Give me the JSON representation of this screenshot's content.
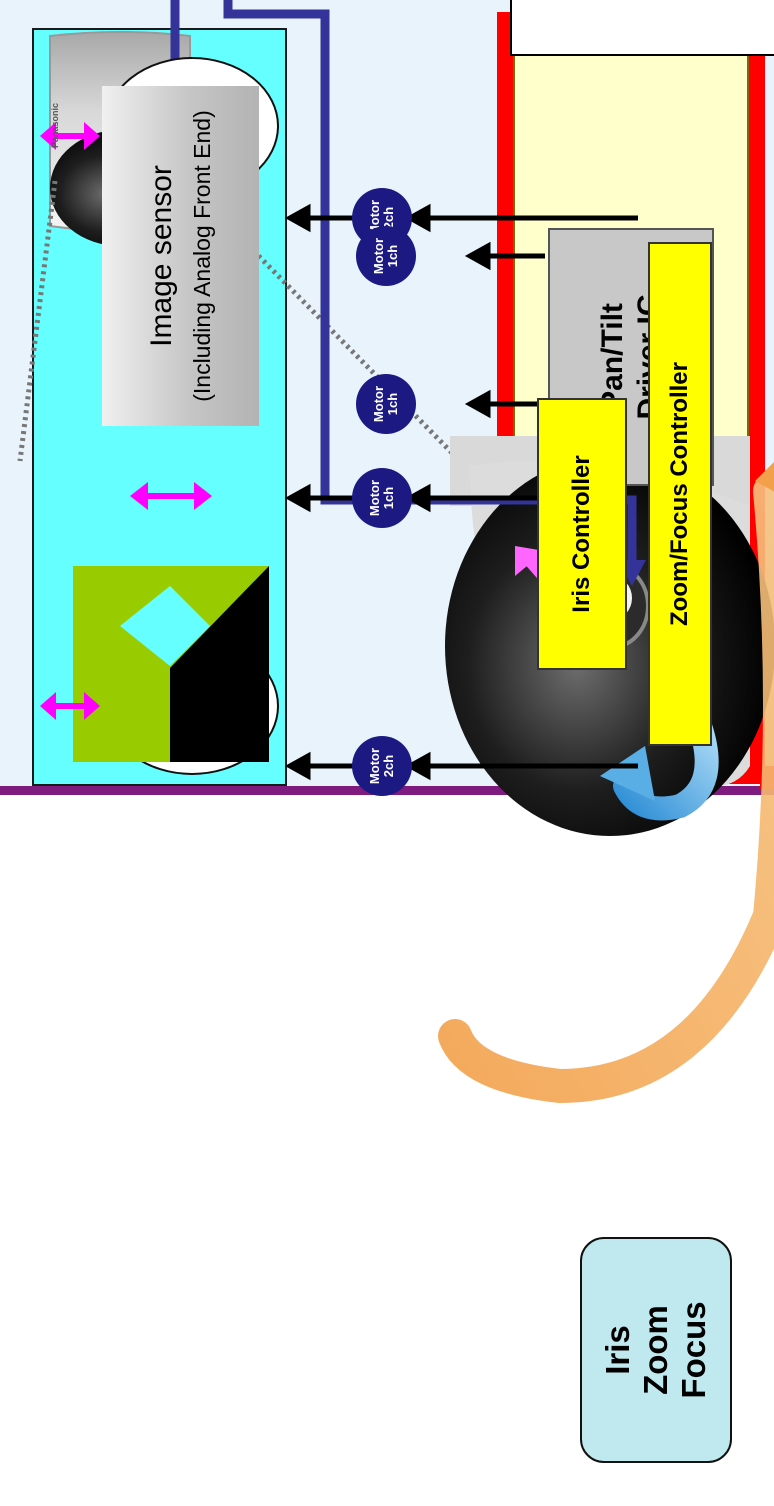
{
  "diagram": {
    "image_sensor": {
      "title": "Image sensor",
      "subtitle": "(Including Analog Front End)"
    },
    "pan_tilt": {
      "line1": "Pan/Tilt",
      "line2": "Driver IC"
    },
    "iris_controller": "Iris Controller",
    "zoom_focus_controller": "Zoom/Focus Controller",
    "motors": [
      {
        "line1": "Motor",
        "line2": "2ch"
      },
      {
        "line1": "Motor",
        "line2": "1ch"
      },
      {
        "line1": "Motor",
        "line2": "2ch"
      },
      {
        "line1": "Motor",
        "line2": "1ch"
      },
      {
        "line1": "Motor",
        "line2": "1ch"
      }
    ],
    "camera_brand": "Panasonic",
    "callout": {
      "line1": "Iris",
      "line2": "Zoom",
      "line3": "Focus"
    },
    "colors": {
      "bus": "#33339a",
      "motor": "#1c1a82",
      "controller_frame": "#ff0000",
      "controller_box": "#ffff00",
      "lens_panel": "#66ffff",
      "arrow_pink": "#ff00ff"
    }
  }
}
